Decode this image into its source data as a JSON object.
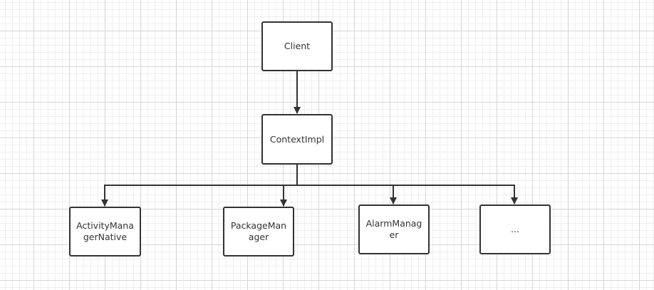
{
  "diagram": {
    "nodes": [
      {
        "id": "client",
        "label": "Client"
      },
      {
        "id": "contextimpl",
        "label": "ContextImpl"
      },
      {
        "id": "activity",
        "label": "ActivityManagerNative"
      },
      {
        "id": "package",
        "label": "PackageManager"
      },
      {
        "id": "alarm",
        "label": "AlarmManager"
      },
      {
        "id": "more",
        "label": "..."
      }
    ],
    "edges": [
      {
        "from": "client",
        "to": "contextimpl"
      },
      {
        "from": "contextimpl",
        "to": "activity"
      },
      {
        "from": "contextimpl",
        "to": "package"
      },
      {
        "from": "contextimpl",
        "to": "alarm"
      },
      {
        "from": "contextimpl",
        "to": "more"
      }
    ],
    "colors": {
      "stroke": "#333333",
      "fill": "#ffffff",
      "text": "#333333",
      "grid": "#d6d6d6"
    }
  }
}
